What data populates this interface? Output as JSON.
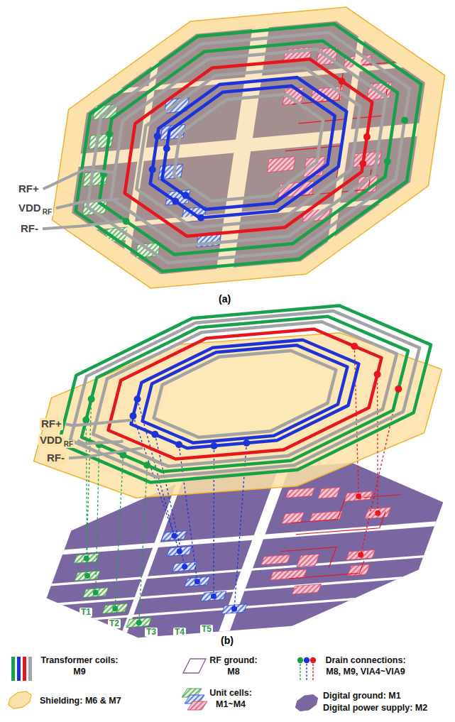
{
  "diagram": {
    "labels": [
      "RF+",
      "VDD",
      "RF",
      "RF-",
      "(a)",
      "RF+",
      "VDD",
      "RF",
      "RF-",
      "T1",
      "T2",
      "T3",
      "T4",
      "T5",
      "(b)"
    ],
    "legend": [
      {
        "text": "Transformer coils: M9"
      },
      {
        "text": "Shielding: M6 & M7",
        "color": "#fce2aa"
      },
      {
        "text": "RF ground: M8"
      },
      {
        "text": "Unit cells: M1~M4"
      },
      {
        "text": "Drain connections: M8, M9, VIA4~VIA9"
      },
      {
        "text": "Digital ground: M1",
        "color": "#7a66a0"
      },
      {
        "text": "Digital power supply: M2"
      }
    ]
  }
}
